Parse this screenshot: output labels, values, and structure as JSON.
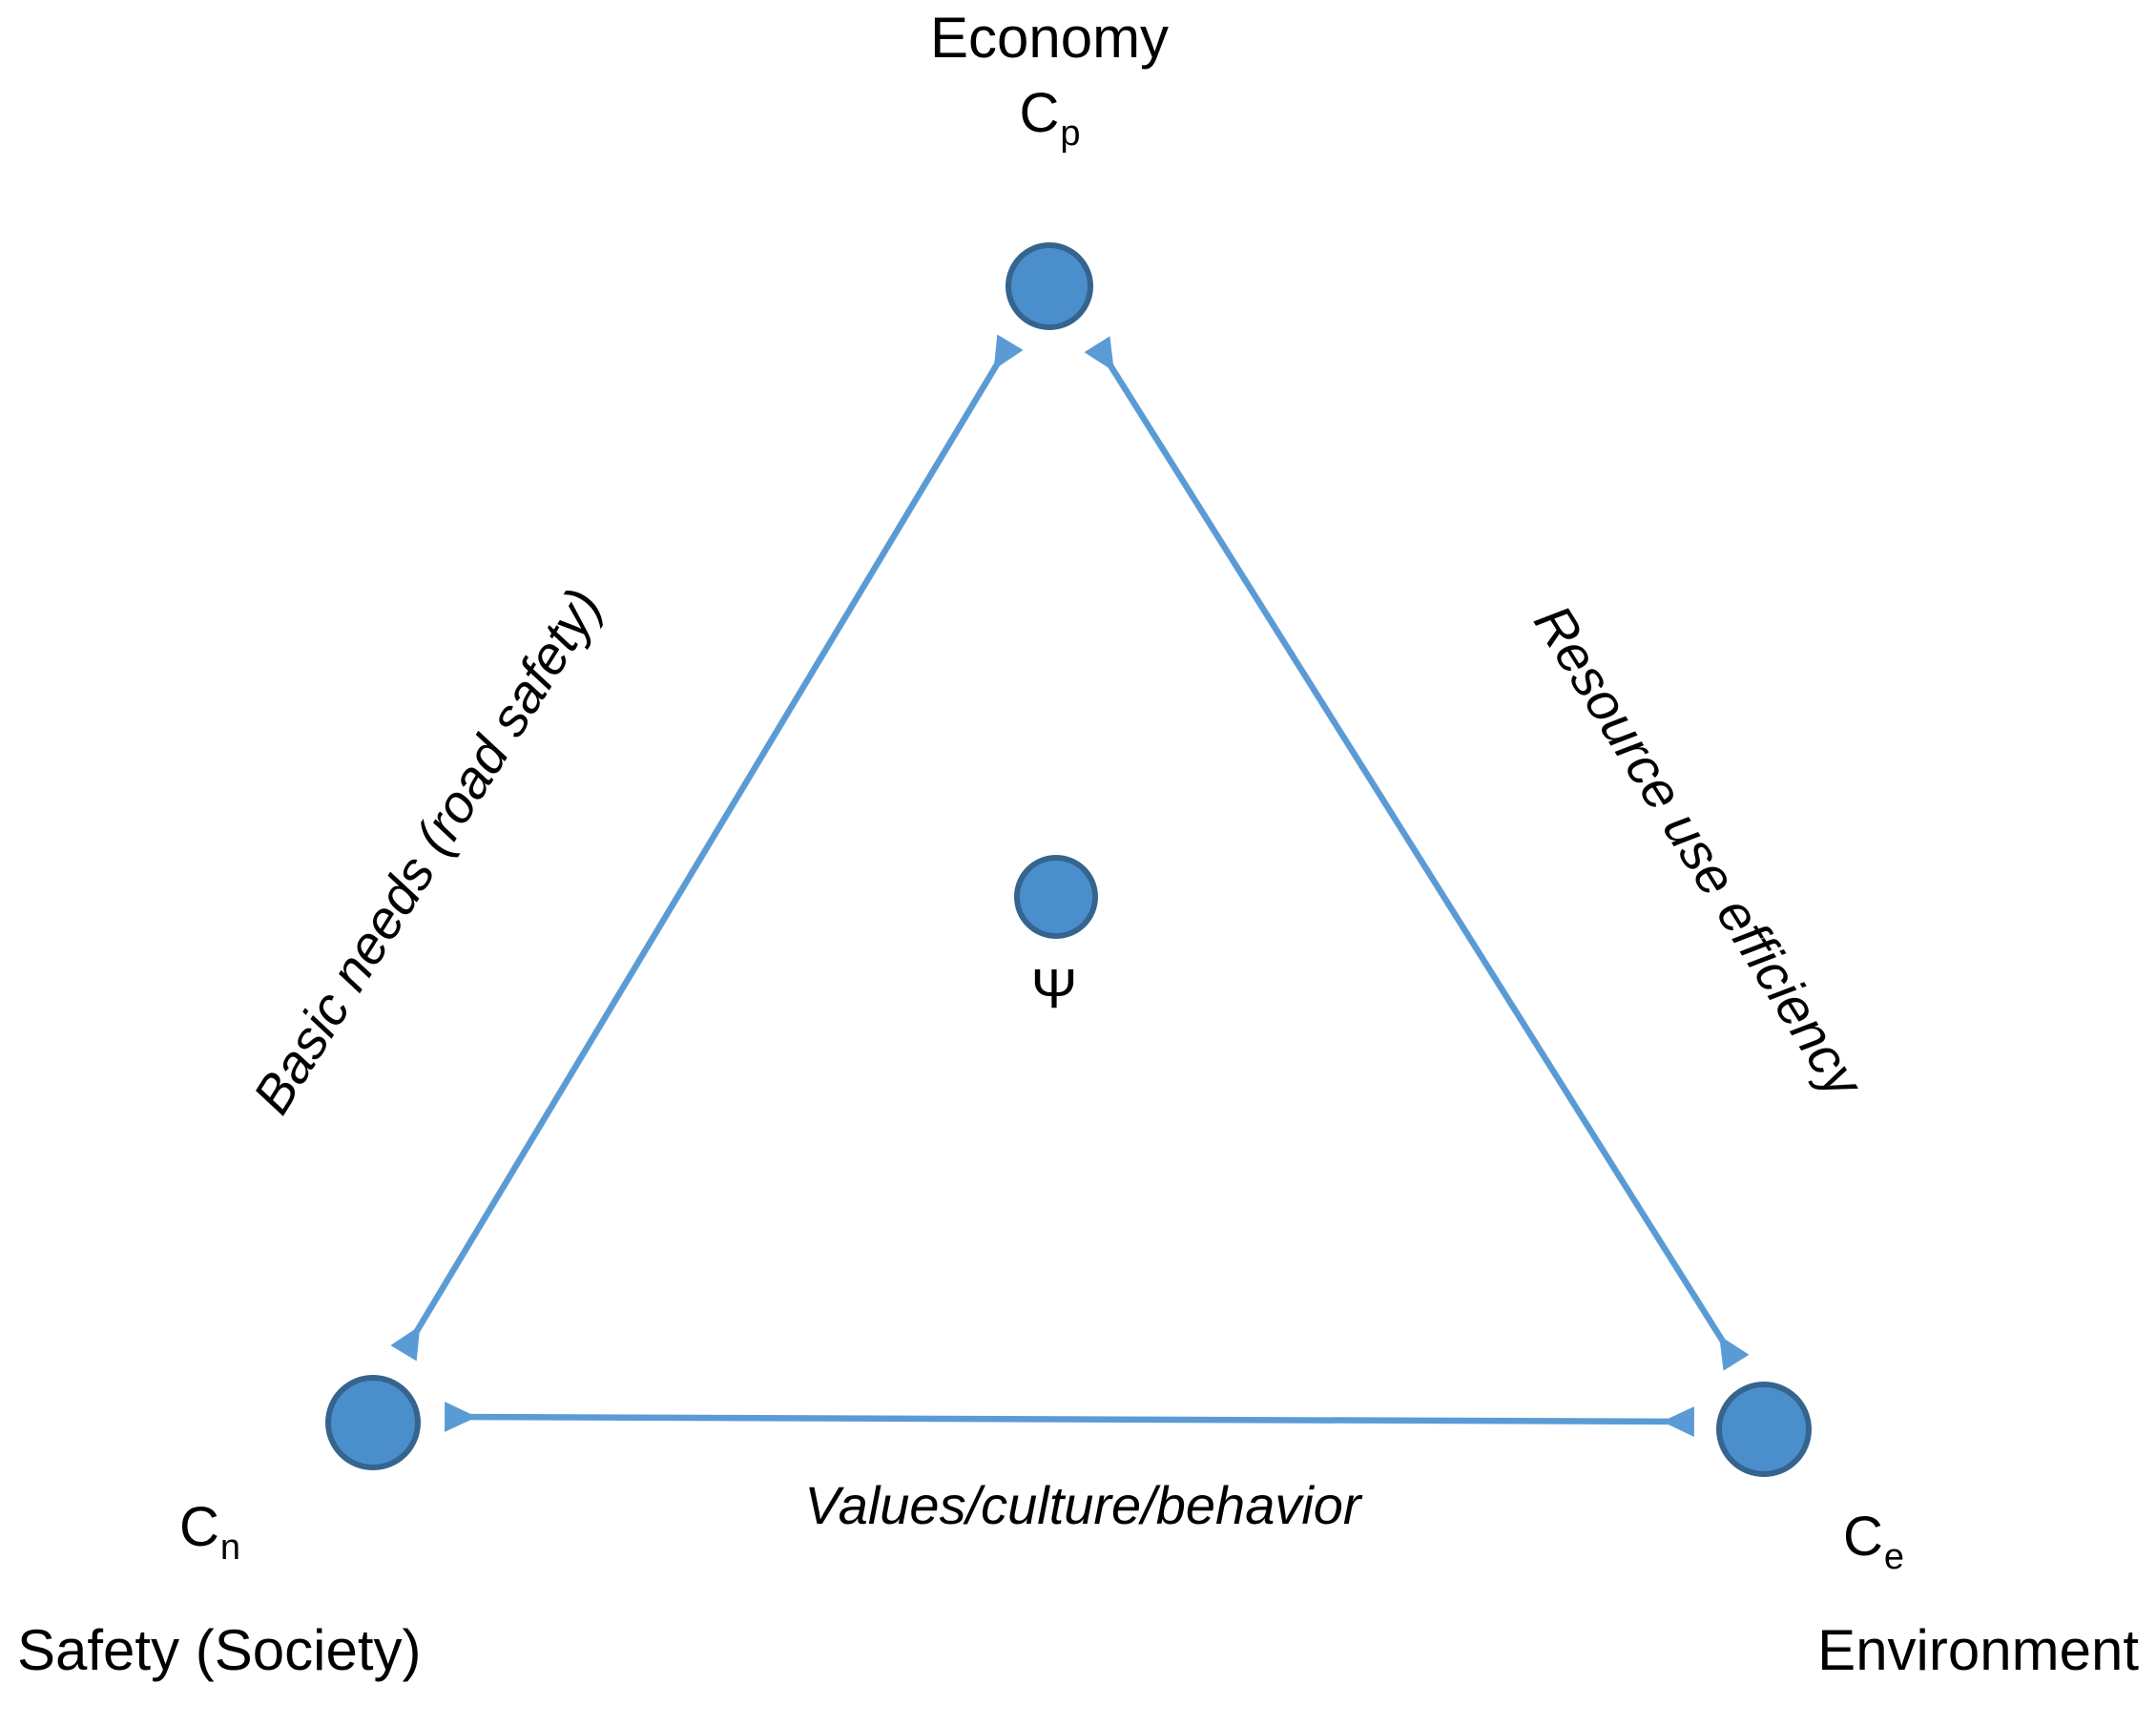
{
  "diagram": {
    "type": "triangle-relationship-diagram",
    "background_color": "#ffffff",
    "node_fill_color": "#4a8fcc",
    "node_stroke_color": "#3a6d9e",
    "arrow_color": "#5b9bd5",
    "text_color": "#000000",
    "nodes": [
      {
        "id": "economy",
        "title": "Economy",
        "symbol_base": "C",
        "symbol_sub": "p",
        "position": "top"
      },
      {
        "id": "safety",
        "title": "Safety (Society)",
        "symbol_base": "C",
        "symbol_sub": "n",
        "position": "bottom-left"
      },
      {
        "id": "environment",
        "title": "Environment",
        "symbol_base": "C",
        "symbol_sub": "e",
        "position": "bottom-right"
      },
      {
        "id": "center",
        "title": "",
        "symbol_base": "Ψ",
        "symbol_sub": "",
        "position": "center"
      }
    ],
    "edges": [
      {
        "id": "safety-economy",
        "label": "Basic needs (road safety)",
        "from": "safety",
        "to": "economy",
        "arrowheads": "both",
        "style": "italic"
      },
      {
        "id": "economy-environment",
        "label": "Resource use efficiency",
        "from": "economy",
        "to": "environment",
        "arrowheads": "both",
        "style": "italic"
      },
      {
        "id": "safety-environment",
        "label": "Values/culture/behavior",
        "from": "safety",
        "to": "environment",
        "arrowheads": "both",
        "style": "italic"
      }
    ]
  }
}
